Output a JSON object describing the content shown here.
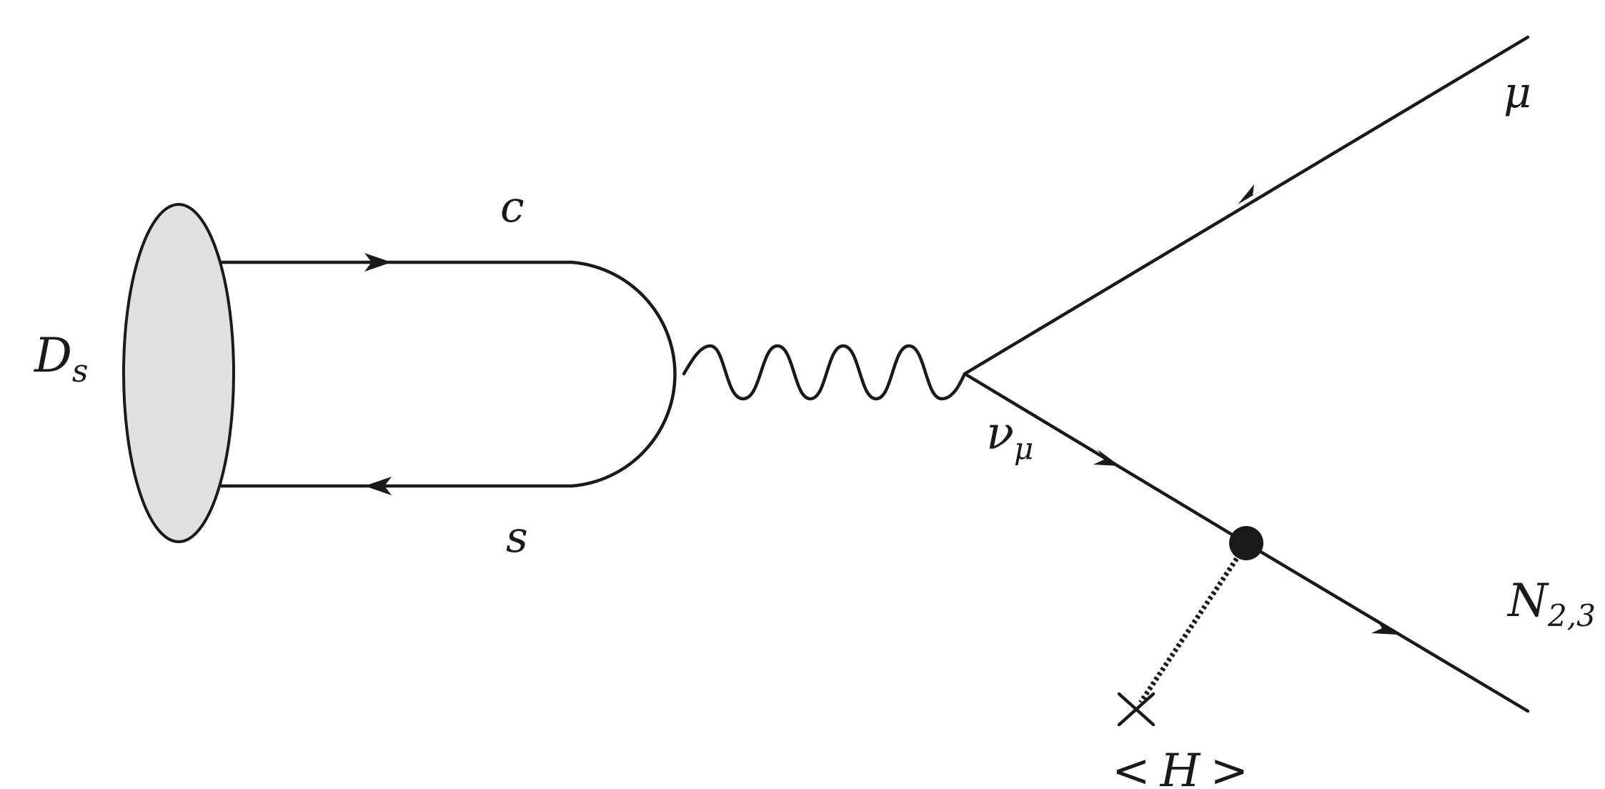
{
  "diagram": {
    "meson": {
      "symbol": "D",
      "subscript": "s",
      "fill_color": "#e0e0e0"
    },
    "quarks": {
      "top": "c",
      "bottom": "s"
    },
    "leptons": {
      "muon": "μ",
      "neutrino": {
        "symbol": "ν",
        "subscript": "μ"
      },
      "heavy": {
        "symbol": "N",
        "subscript": "2,3"
      }
    },
    "vev": {
      "left": "<",
      "symbol": "H",
      "right": ">"
    }
  }
}
